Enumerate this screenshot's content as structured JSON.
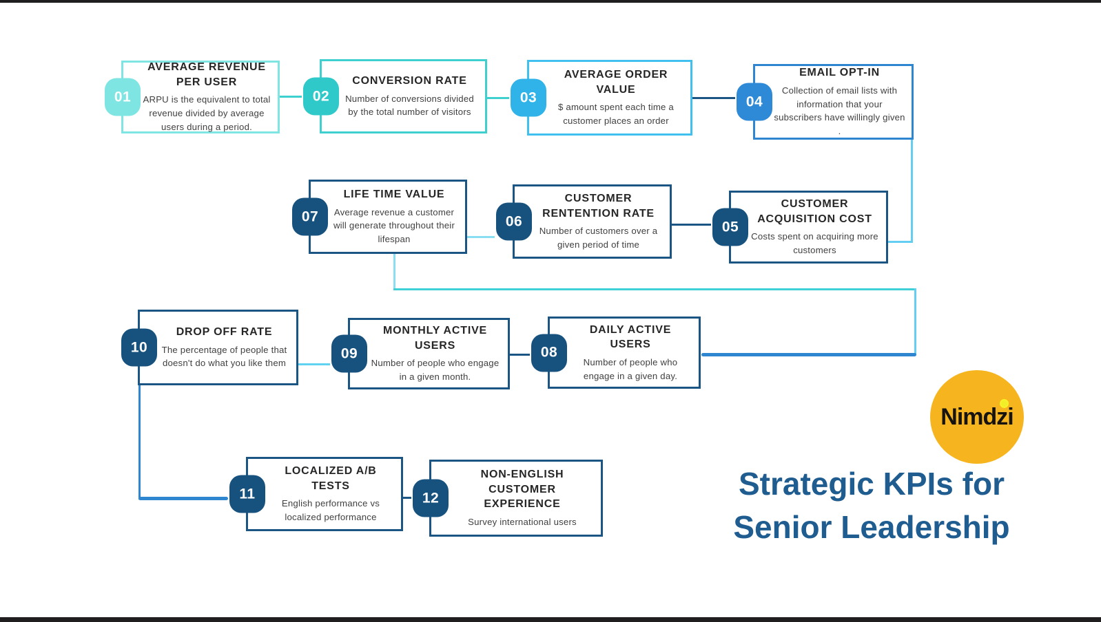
{
  "infographic": {
    "title_line1": "Strategic KPIs for",
    "title_line2": "Senior Leadership",
    "title_color": "#1f5c90",
    "logo": {
      "text": "Nimdzi",
      "circle_color": "#f6b51e",
      "dot_color": "#f2ee2a"
    },
    "kpis": [
      {
        "num": "01",
        "title": "AVERAGE REVENUE PER USER",
        "desc": "ARPU is the equivalent to total revenue divided by average users during a period.",
        "accent": "#7ee5e3"
      },
      {
        "num": "02",
        "title": "CONVERSION RATE",
        "desc": "Number of conversions divided by the total number of visitors",
        "accent": "#3ecfcf"
      },
      {
        "num": "03",
        "title": "AVERAGE ORDER VALUE",
        "desc": "$ amount spent each time a customer places an order",
        "accent": "#2fb3e8"
      },
      {
        "num": "04",
        "title": "EMAIL OPT-IN",
        "desc": "Collection of email lists with information that your subscribers have willingly given .",
        "accent": "#2e86d0"
      },
      {
        "num": "05",
        "title": "CUSTOMER ACQUISITION COST",
        "desc": "Costs spent on acquiring more customers",
        "accent": "#1b5583"
      },
      {
        "num": "06",
        "title": "CUSTOMER RENTENTION RATE",
        "desc": "Number of customers  over a given period of time",
        "accent": "#1b5583"
      },
      {
        "num": "07",
        "title": "LIFE TIME VALUE",
        "desc": "Average revenue  a customer will generate throughout their lifespan",
        "accent": "#1b5583"
      },
      {
        "num": "08",
        "title": "DAILY ACTIVE USERS",
        "desc": "Number of people who engage in a given day.",
        "accent": "#1b5583"
      },
      {
        "num": "09",
        "title": "MONTHLY ACTIVE USERS",
        "desc": "Number of people who engage in a given month.",
        "accent": "#1b5583"
      },
      {
        "num": "10",
        "title": "DROP OFF RATE",
        "desc": "The percentage of people that doesn't do what you like them",
        "accent": "#1b5583"
      },
      {
        "num": "11",
        "title": "LOCALIZED A/B TESTS",
        "desc": "English performance vs localized performance",
        "accent": "#1b5583"
      },
      {
        "num": "12",
        "title": "NON-ENGLISH CUSTOMER EXPERIENCE",
        "desc": "Survey international users",
        "accent": "#1b5583"
      }
    ]
  }
}
